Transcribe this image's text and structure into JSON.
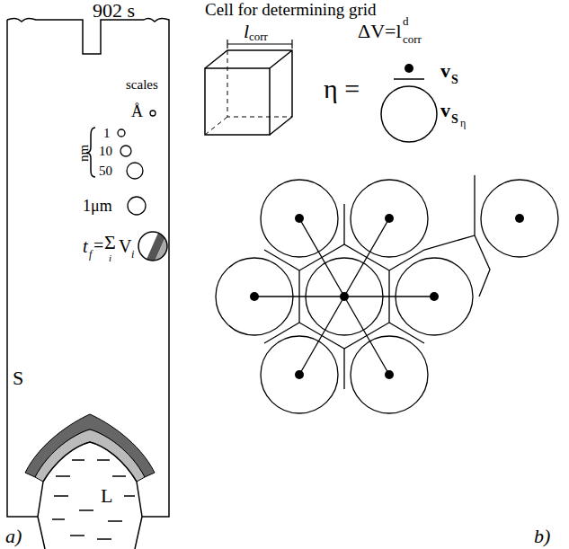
{
  "diagram": {
    "labels": [
      "902 s",
      "scales",
      "Å",
      "nm",
      "1",
      "10",
      "50",
      "1μm",
      "t",
      "f",
      "=",
      "Σ",
      "i",
      "V",
      "i",
      "S",
      "L",
      "a)",
      "Cell for determining grid",
      "l",
      "corr",
      "ΔV=l",
      "d",
      "corr",
      "η =",
      "v",
      "S",
      "v",
      "S",
      "η",
      "b)"
    ]
  }
}
